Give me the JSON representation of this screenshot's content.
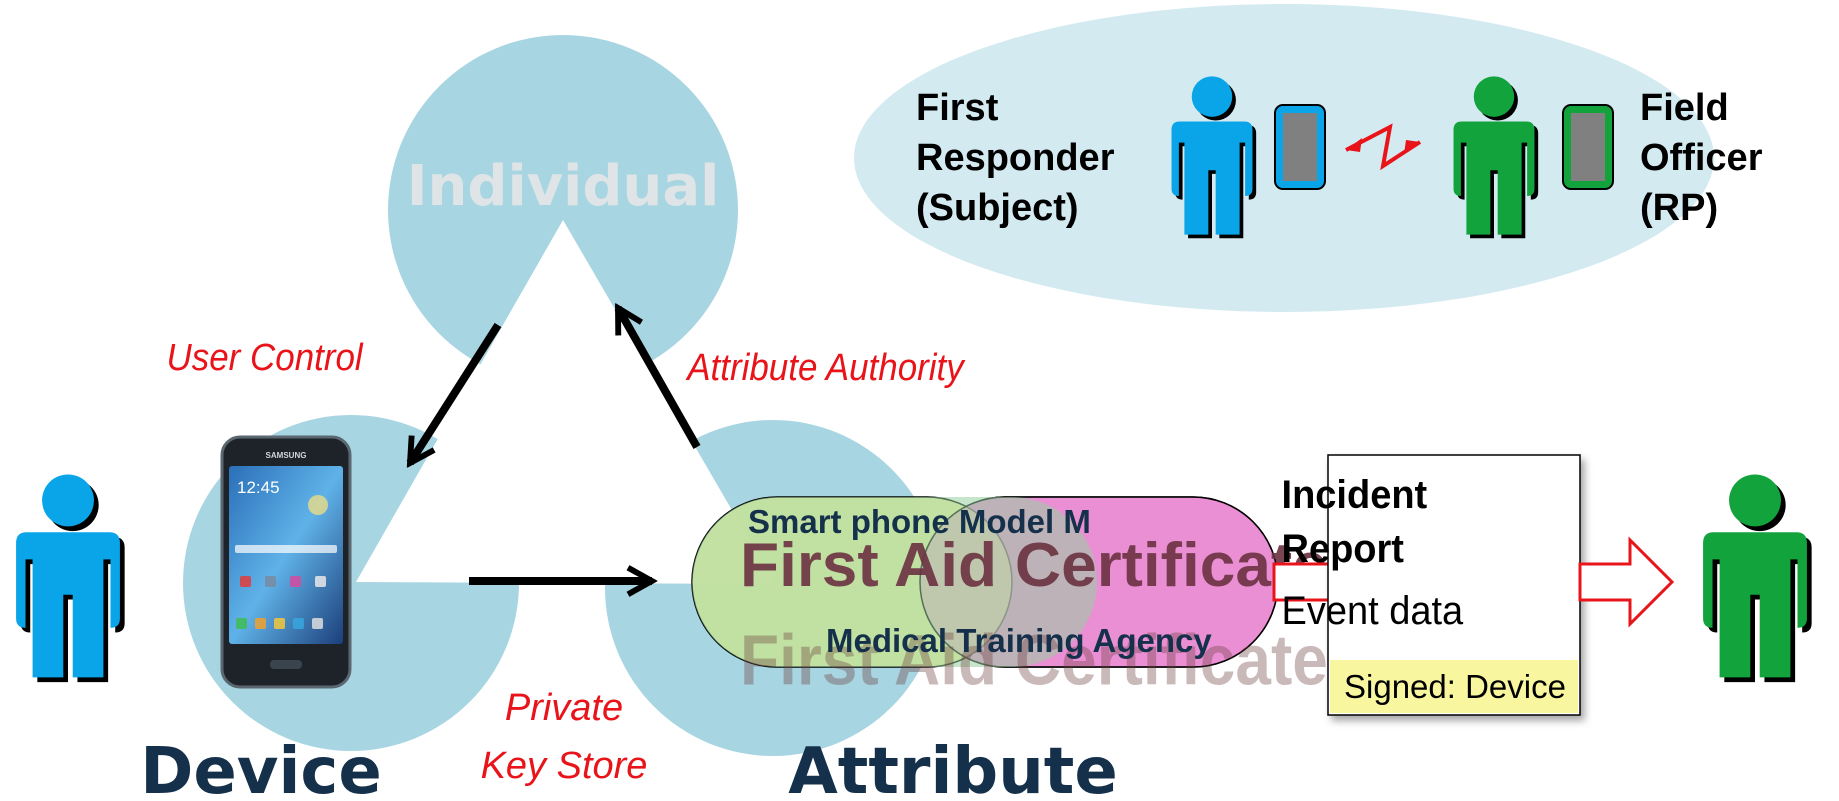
{
  "triangle": {
    "top_label": "Individual",
    "left_label": "Device",
    "right_label": "Attribute",
    "edge_left": "User Control",
    "edge_right": "Attribute Authority",
    "edge_bottom_line1": "Private",
    "edge_bottom_line2": "Key Store"
  },
  "phone": {
    "brand": "SAMSUNG",
    "clock": "12:45"
  },
  "certificate": {
    "line1": "Smart phone Model M",
    "line2": "First Aid Certificate",
    "line3": "Medical Training Agency"
  },
  "scenario": {
    "subject_line1": "First",
    "subject_line2": "Responder",
    "subject_line3": "(Subject)",
    "rp_line1": "Field",
    "rp_line2": "Officer",
    "rp_line3": "(RP)"
  },
  "report": {
    "title_line1": "Incident",
    "title_line2": "Report",
    "body": "Event data",
    "signed": "Signed: Device"
  },
  "colors": {
    "circle": "#a8d5e2",
    "ellipse": "#d3eaf1",
    "person_blue": "#0aa5e8",
    "person_green": "#12a33d",
    "label_red": "#e8141a",
    "dark_text": "#15304a",
    "cert_yellow": "#f8f7a0",
    "cert_pink": "#ea8fd4",
    "cert_green": "#98cfa0"
  },
  "icons": [
    "person-icon",
    "smartphone-icon",
    "lightning-link-icon",
    "arrow-icon"
  ]
}
